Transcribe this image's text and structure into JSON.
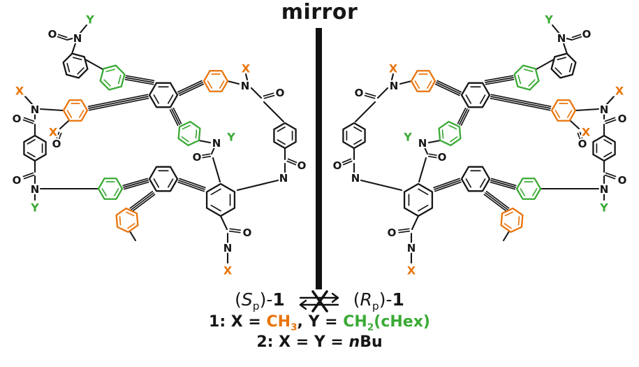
{
  "title": {
    "mirror_label": "mirror"
  },
  "colors": {
    "orange": "#e9740c",
    "green": "#3aaa35",
    "black": "#161616"
  },
  "atoms": {
    "N": "N",
    "O": "O",
    "X": "X",
    "Y": "Y"
  },
  "isomers": {
    "left": {
      "open": "(",
      "stereo": "S",
      "sub": "p",
      "close": ")-",
      "num": "1"
    },
    "right": {
      "open": "(",
      "stereo": "R",
      "sub": "p",
      "close": ")-",
      "num": "1"
    }
  },
  "legend": {
    "line1": {
      "num": "1:",
      "x_eq": " X = ",
      "x_main": "CH",
      "x_sub": "3",
      "mid": ", Y = ",
      "y_main": "CH",
      "y_sub": "2",
      "y_tail": "(cHex)"
    },
    "line2": {
      "num": "2:",
      "body": " X = Y = ",
      "n": "n",
      "bu": "Bu"
    }
  }
}
